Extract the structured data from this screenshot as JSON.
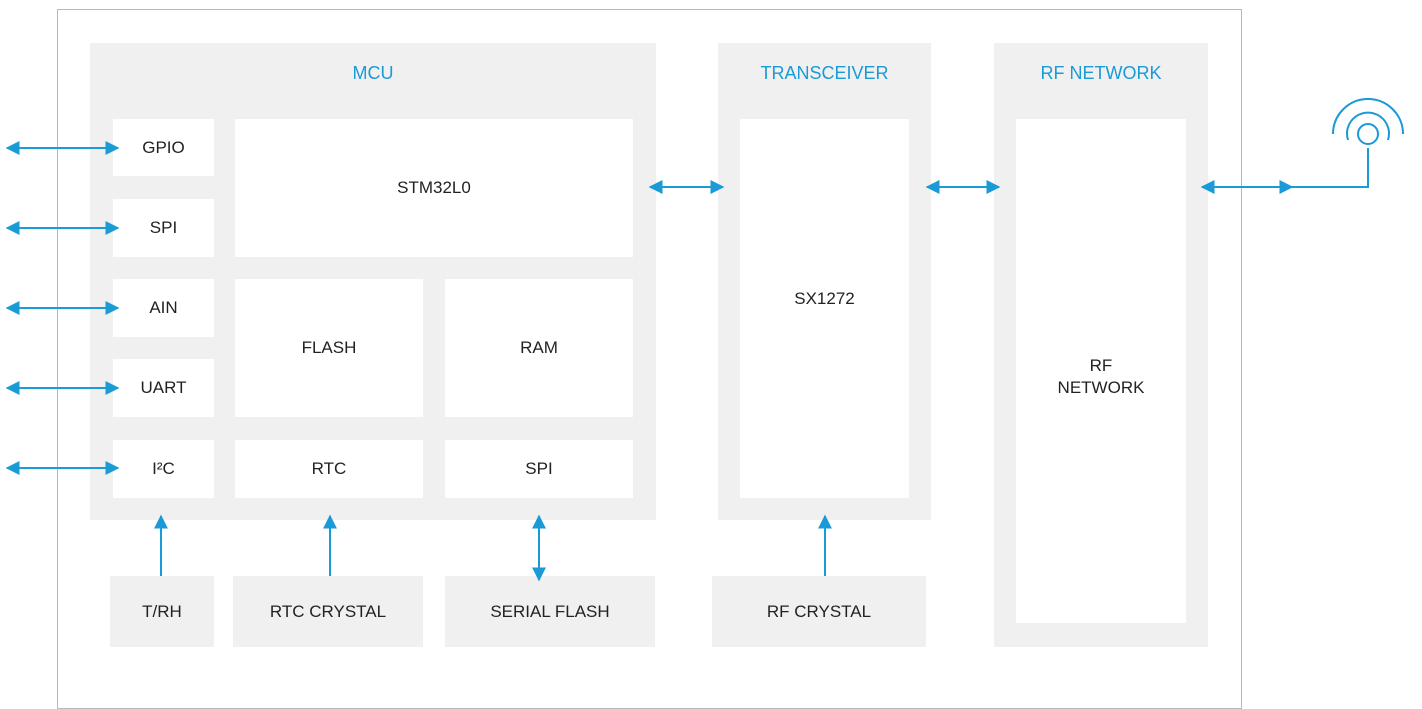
{
  "accent_color": "#1a9ad6",
  "panels": {
    "mcu": "MCU",
    "transceiver": "TRANSCEIVER",
    "rf_network": "RF NETWORK"
  },
  "mcu_blocks": {
    "gpio": "GPIO",
    "spi_left": "SPI",
    "ain": "AIN",
    "uart": "UART",
    "i2c": "I²C",
    "cpu": "STM32L0",
    "flash": "FLASH",
    "ram": "RAM",
    "rtc": "RTC",
    "spi_bus": "SPI"
  },
  "transceiver_chip": "SX1272",
  "rf_network_block": {
    "line1": "RF",
    "line2": "NETWORK"
  },
  "external": {
    "trh": "T/RH",
    "rtc_crystal": "RTC CRYSTAL",
    "serial_flash": "SERIAL FLASH",
    "rf_crystal": "RF CRYSTAL"
  },
  "icons": [
    "antenna-icon"
  ]
}
